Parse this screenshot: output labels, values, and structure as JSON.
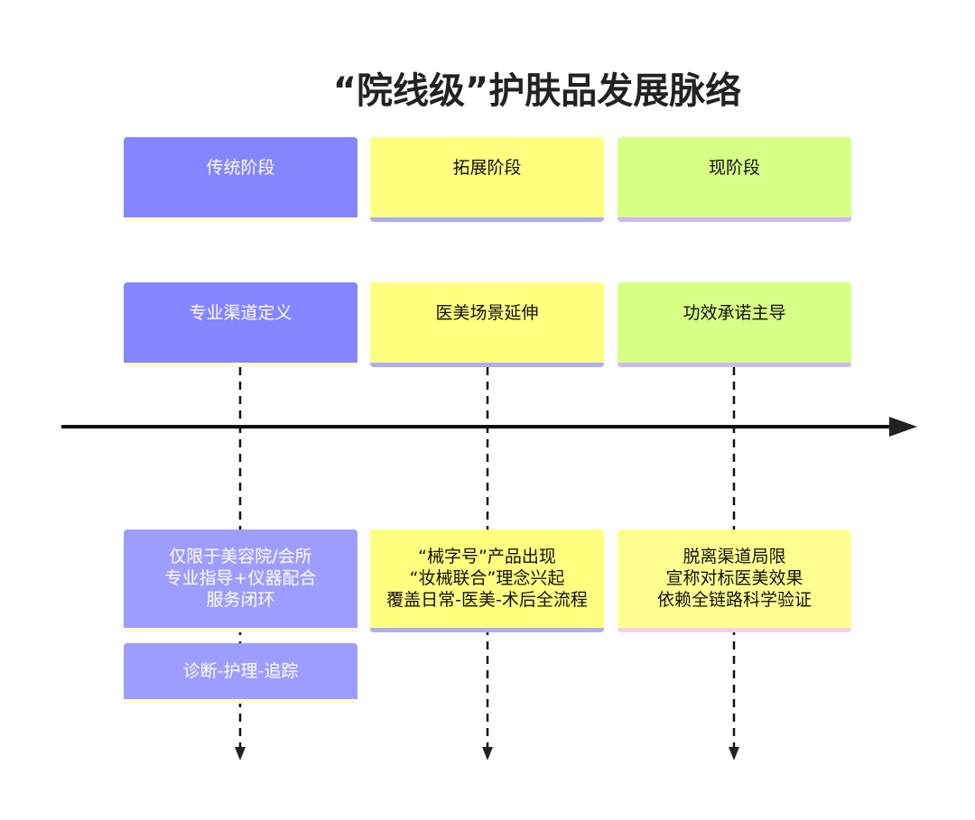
{
  "title": "“院线级”护肤品发展脉络",
  "stages": [
    {
      "label": "传统阶段",
      "theme": "专业渠道定义",
      "details": [
        "仅限于美容院/会所",
        "专业指导+仪器配合",
        "服务闭环"
      ],
      "extra": "诊断-护理-追踪"
    },
    {
      "label": "拓展阶段",
      "theme": "医美场景延伸",
      "details": [
        "“械字号”产品出现",
        "“妆械联合”理念兴起",
        "覆盖日常-医美-术后全流程"
      ]
    },
    {
      "label": "现阶段",
      "theme": "功效承诺主导",
      "details": [
        "脱离渠道局限",
        "宣称对标医美效果",
        "依赖全链路科学验证"
      ]
    }
  ],
  "colors": {
    "purple": "#8585ff",
    "yellow": "#ffff80",
    "green": "#d8ff85"
  }
}
